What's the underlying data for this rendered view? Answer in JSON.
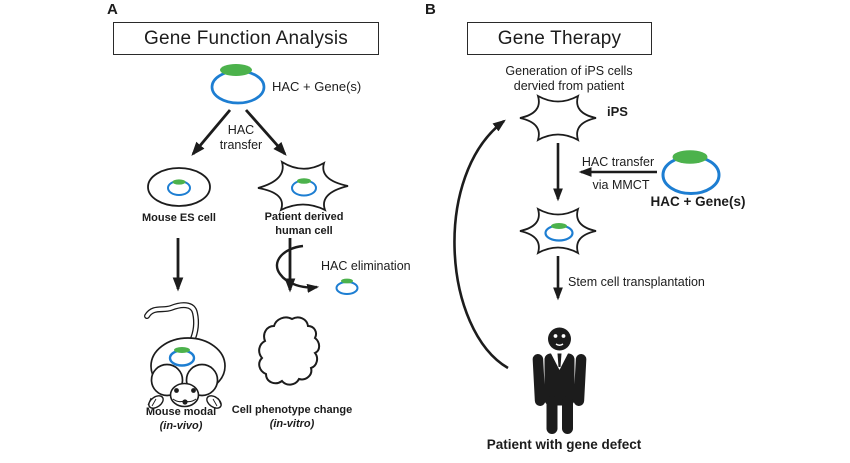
{
  "colors": {
    "hac_blue": "#1d7ed2",
    "gene_green": "#4cb24c",
    "ink": "#1c1c1c"
  },
  "panel_a": {
    "label": "A",
    "title": "Gene Function Analysis",
    "hac_gene_label": "HAC + Gene(s)",
    "hac_transfer": [
      "HAC",
      "transfer"
    ],
    "mouse_es_cell_label": "Mouse ES cell",
    "patient_cell_label": [
      "Patient derived",
      "human cell"
    ],
    "hac_elimination_label": "HAC elimination",
    "mouse_model_label": [
      "Mouse modal",
      "(in-vivo)"
    ],
    "cell_phenotype_label": [
      "Cell phenotype change",
      "(in-vitro)"
    ]
  },
  "panel_b": {
    "label": "B",
    "title": "Gene Therapy",
    "generation_caption": [
      "Generation of iPS cells",
      "dervied from patient"
    ],
    "ips_label": "iPS",
    "hac_transfer_caption": [
      "HAC transfer",
      "via MMCT"
    ],
    "hac_gene_label": "HAC + Gene(s)",
    "transplantation_label": "Stem cell transplantation",
    "patient_label": "Patient with gene defect"
  }
}
